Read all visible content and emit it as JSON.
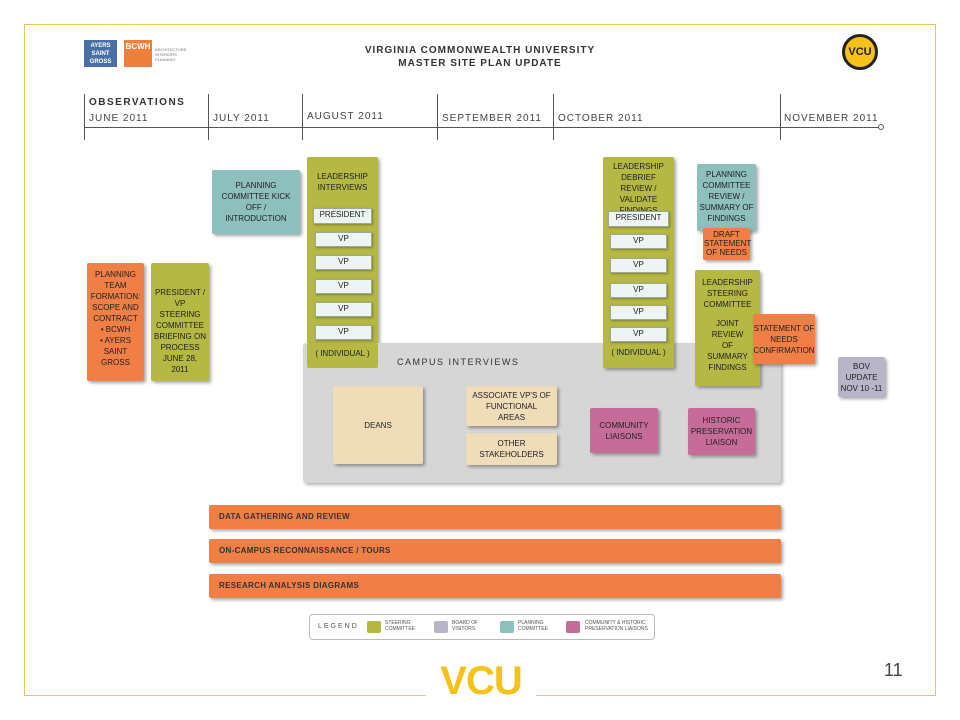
{
  "header": {
    "logo_ayers": "AYERS SAINT GROSS",
    "logo_bcwh": "BCWH",
    "logo_bcwh_sub": "ARCHITECTURE INTERIORS PLANNING",
    "title_line1": "VIRGINIA COMMONWEALTH UNIVERSITY",
    "title_line2": "MASTER SITE PLAN UPDATE",
    "seal_text": "VCU"
  },
  "timeline": {
    "heading": "OBSERVATIONS",
    "months": [
      "JUNE 2011",
      "JULY 2011",
      "AUGUST 2011",
      "SEPTEMBER 2011",
      "OCTOBER 2011",
      "NOVEMBER 2011"
    ]
  },
  "boxes": {
    "planning_team": "PLANNING TEAM FORMATION: SCOPE AND CONTRACT",
    "planning_team_b1": "• BCWH",
    "planning_team_b2": "• AYERS SAINT GROSS",
    "president_briefing": "PRESIDENT / VP STEERING COMMITTEE BRIEFING ON PROCESS JUNE 28, 2011",
    "planning_kickoff": "PLANNING COMMITTEE KICK OFF / INTRODUCTION",
    "leadership_interviews": "LEADERSHIP INTERVIEWS",
    "leadership_debrief": "LEADERSHIP DEBRIEF REVIEW / VALIDATE FINDINGS",
    "president": "PRESIDENT",
    "vp": "VP",
    "individual": "( INDIVIDUAL )",
    "planning_review": "PLANNING COMMITTEE REVIEW / SUMMARY OF FINDINGS",
    "draft_statement": "DRAFT STATEMENT OF NEEDS",
    "leadership_steering": "LEADERSHIP STEERING COMMITTEE",
    "joint_review": "JOINT REVIEW OF SUMMARY FINDINGS",
    "statement_confirmation": "STATEMENT OF NEEDS CONFIRMATION",
    "bov_update": "BOV UPDATE NOV 10 -11"
  },
  "campus": {
    "label": "CAMPUS INTERVIEWS",
    "deans": "DEANS",
    "associate_vps": "ASSOCIATE VP'S OF FUNCTIONAL AREAS",
    "other": "OTHER STAKEHOLDERS",
    "community": "COMMUNITY LIAISONS",
    "historic": "HISTORIC PRESERVATION LIAISON"
  },
  "bars": {
    "data_gathering": "DATA GATHERING AND REVIEW",
    "reconnaissance": "ON-CAMPUS RECONNAISSANCE / TOURS",
    "research": "RESEARCH ANALYSIS DIAGRAMS"
  },
  "legend": {
    "label": "LEGEND",
    "items": [
      {
        "text": "STEERING COMMITTEE",
        "color": "#b5b843"
      },
      {
        "text": "BOARD OF VISITORS",
        "color": "#b9b5c9"
      },
      {
        "text": "PLANNING COMMITTEE",
        "color": "#8dbfbd"
      },
      {
        "text": "COMMUNITY & HISTORIC PRESERVATION LIAISONS",
        "color": "#c56d98"
      }
    ]
  },
  "footer": {
    "logo": "VCU",
    "page_number": "11"
  },
  "colors": {
    "steering": "#b5b843",
    "orange": "#f07f45",
    "planning": "#8dbfbd",
    "community": "#c56d98",
    "board": "#b9b5c9",
    "vcu_gold": "#f5c21a"
  }
}
